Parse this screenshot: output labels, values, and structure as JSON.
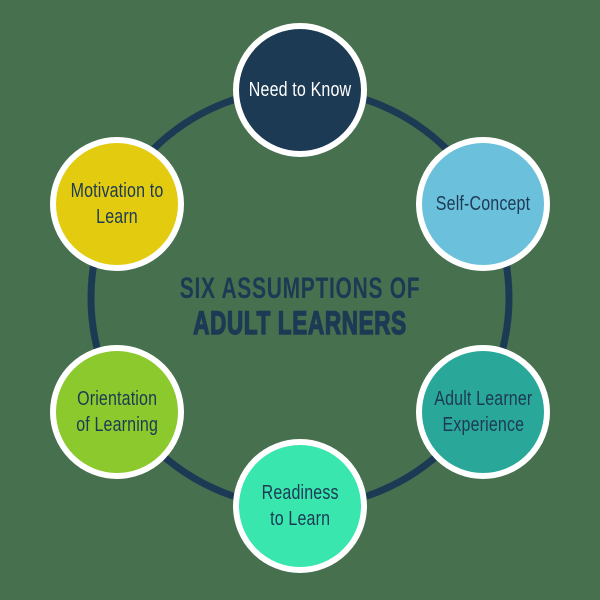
{
  "canvas": {
    "background_color": "#47704e"
  },
  "ring": {
    "color": "#1d3a55"
  },
  "title": {
    "line1": "SIX ASSUMPTIONS OF",
    "line2": "ADULT LEARNERS",
    "color": "#1d3a55"
  },
  "node_border_color": "#ffffff",
  "nodes": [
    {
      "id": "need-to-know",
      "label": "Need to Know",
      "lines": [
        "Need to Know"
      ],
      "fill": "#1d3a55",
      "text_color": "#ffffff"
    },
    {
      "id": "self-concept",
      "label": "Self-Concept",
      "lines": [
        "Self-Concept"
      ],
      "fill": "#6bc0dc",
      "text_color": "#1d3a55"
    },
    {
      "id": "adult-learner-experience",
      "label": "Adult Learner Experience",
      "lines": [
        "Adult Learner",
        "Experience"
      ],
      "fill": "#29a89a",
      "text_color": "#1d3a55"
    },
    {
      "id": "readiness-to-learn",
      "label": "Readiness to Learn",
      "lines": [
        "Readiness",
        "to Learn"
      ],
      "fill": "#38e6ae",
      "text_color": "#1d3a55"
    },
    {
      "id": "orientation-of-learning",
      "label": "Orientation of Learning",
      "lines": [
        "Orientation",
        "of Learning"
      ],
      "fill": "#8bc92d",
      "text_color": "#1d3a55"
    },
    {
      "id": "motivation-to-learn",
      "label": "Motivation to Learn",
      "lines": [
        "Motivation to",
        "Learn"
      ],
      "fill": "#e3cc10",
      "text_color": "#1d3a55"
    }
  ]
}
